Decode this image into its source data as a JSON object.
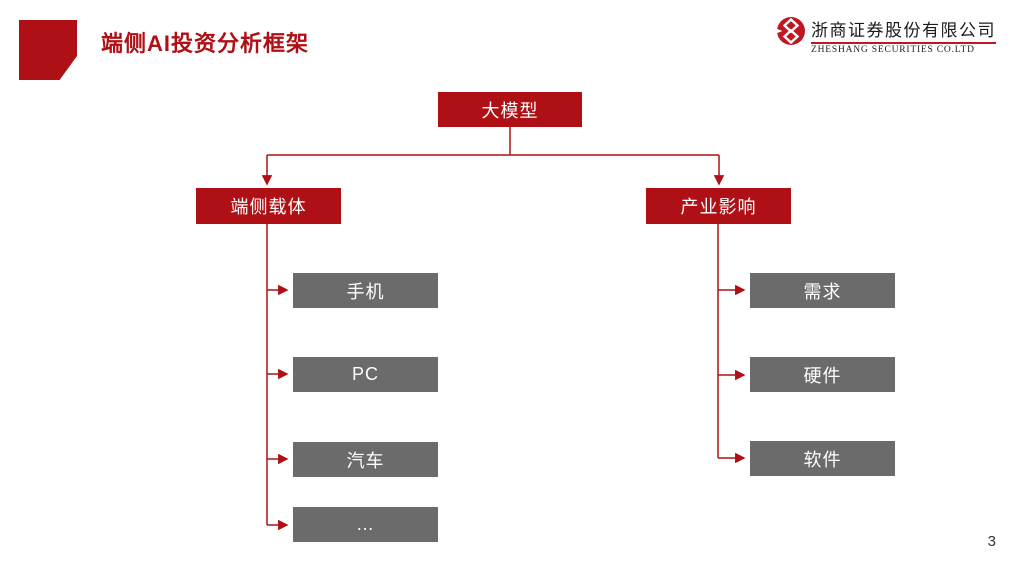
{
  "header": {
    "title": "端侧AI投资分析框架",
    "logo": {
      "company_cn": "浙商证券股份有限公司",
      "company_en": "ZHESHANG SECURITIES CO.LTD",
      "mark": "zheshang-knot-icon"
    }
  },
  "diagram": {
    "root": {
      "label": "大模型"
    },
    "branches": [
      {
        "label": "端侧载体",
        "children": [
          "手机",
          "PC",
          "汽车",
          "…"
        ]
      },
      {
        "label": "产业影响",
        "children": [
          "需求",
          "硬件",
          "软件"
        ]
      }
    ]
  },
  "colors": {
    "accent_red": "#AE1015",
    "logo_red": "#C01823",
    "box_gray": "#6B6B6B",
    "background": "#FFFFFF"
  },
  "page": {
    "number": "3"
  }
}
